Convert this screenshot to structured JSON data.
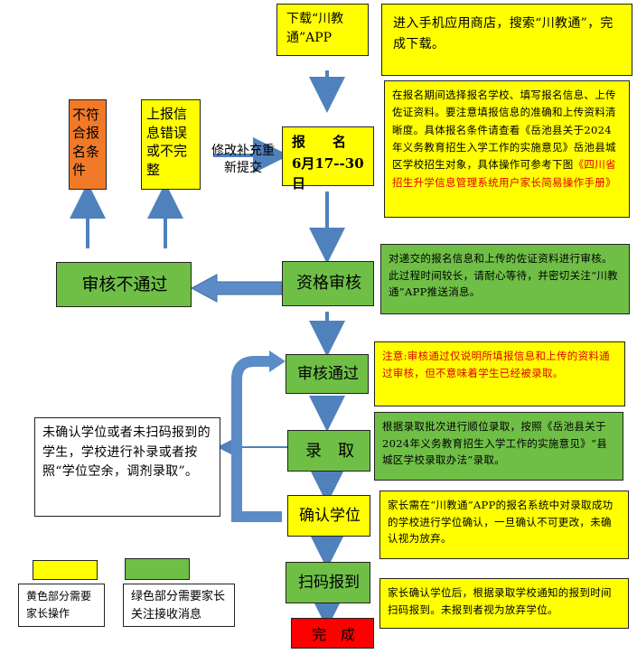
{
  "colors": {
    "yellow": "#ffff00",
    "green": "#6fbf47",
    "orange": "#f07a28",
    "red": "#ff0000",
    "arrow_blue": "#4f81bd"
  },
  "download": {
    "box": "下载“川教通”APP",
    "note": "进入手机应用商店，搜索“川教通”，完成下载。"
  },
  "register": {
    "box_line1": "报　　名",
    "box_line2": "6月17--30日",
    "note_part1": "在报名期间选择报名学校、填写报名信息、上传佐证资料。要注意填报信息的准确和上传资料清晰度。具体报名条件请查看《岳池县关于2024年义务教育招生入学工作的实施意见》岳池县城区学校招生对象，具体操作可参考下图",
    "note_part2": "《四川省招生升学信息管理系统用户家长简易操作手册》"
  },
  "left": {
    "not_qualified": "不符合报名条件",
    "info_error": "上报信息错误或不完整",
    "revise": "修改补充重新提交",
    "review_fail": "审核不通过"
  },
  "review": {
    "box": "资格审核",
    "note": "对递交的报名信息和上传的佐证资料进行审核。此过程时间较长，请耐心等待，并密切关注“川教通”APP推送消息。"
  },
  "passed": {
    "box": "审核通过",
    "note": "注意:审核通过仅说明所填报信息和上传的资料通过审核，但不意味着学生已经被录取。"
  },
  "admit": {
    "box": "录　取",
    "note": "根据录取批次进行顺位录取，按照《岳池县关于2024年义务教育招生入学工作的实施意见》“县城区学校录取办法”录取。"
  },
  "unconfirmed": {
    "note": "未确认学位或者未扫码报到的学生，学校进行补录或者按照“学位空余，调剂录取”。"
  },
  "confirm": {
    "box": "确认学位",
    "note": "家长需在“川教通”APP的报名系统中对录取成功的学校进行学位确认，一旦确认不可更改，未确认视为放弃。"
  },
  "scan": {
    "box": "扫码报到",
    "note": "家长确认学位后，根据录取学校通知的报到时间扫码报到。未报到者视为放弃学位。"
  },
  "done": {
    "box": "完　成"
  },
  "legend": {
    "yellow_label": "黄色部分需要家长操作",
    "green_label": "绿色部分需要家长关注接收消息"
  }
}
